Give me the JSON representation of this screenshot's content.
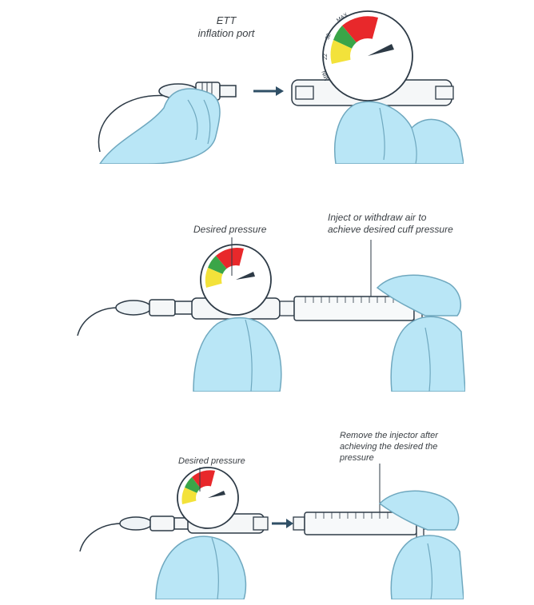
{
  "panel1": {
    "callout": [
      "ETT",
      "inflation port"
    ],
    "gauge_scale": [
      "MAX",
      "32",
      "22",
      "MIN"
    ]
  },
  "panel2": {
    "callout_left": "Desired pressure",
    "callout_right": [
      "Inject or withdraw air to",
      "achieve desired cuff pressure"
    ]
  },
  "panel3": {
    "callout_left": "Desired pressure",
    "callout_right": [
      "Remove the injector after",
      "achieving the desired the",
      "pressure"
    ]
  },
  "colors": {
    "glove": "#b9e6f6",
    "glove_stroke": "#6fa8bf",
    "line": "#2d3a46",
    "gauge_red": "#e8282b",
    "gauge_green": "#3aa548",
    "gauge_yellow": "#f3e23a",
    "arrow": "#2f4f66"
  }
}
